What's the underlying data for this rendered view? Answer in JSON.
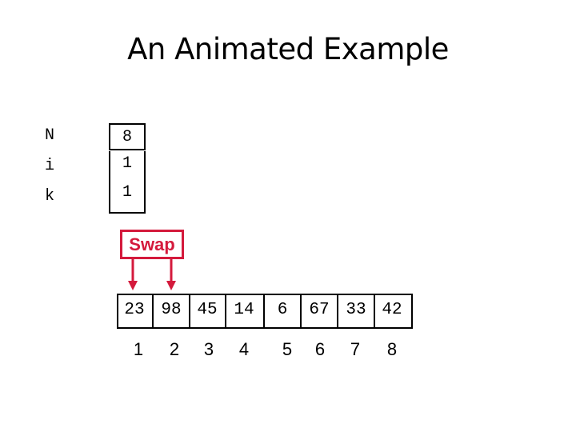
{
  "title": "An Animated Example",
  "variables": [
    {
      "name": "N",
      "value": "8"
    },
    {
      "name": "i",
      "value": "1"
    },
    {
      "name": "k",
      "value": "1"
    }
  ],
  "swap_label": "Swap",
  "accent_color": "#d41a3c",
  "array": [
    "23",
    "98",
    "45",
    "14",
    "6",
    "67",
    "33",
    "42"
  ],
  "indices": [
    "1",
    "2",
    "3",
    "4",
    "5",
    "6",
    "7",
    "8"
  ]
}
